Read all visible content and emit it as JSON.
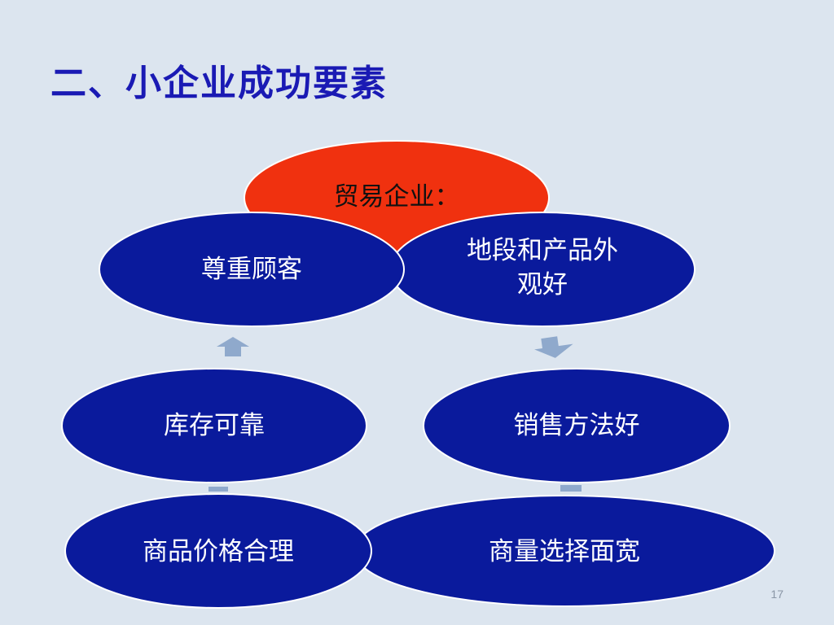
{
  "slide": {
    "title": "二、小企业成功要素",
    "page_number": "17"
  },
  "diagram": {
    "center": {
      "label": "贸易企业："
    },
    "nodes": [
      {
        "id": "respect",
        "lines": [
          "尊重顾客"
        ]
      },
      {
        "id": "location",
        "lines": [
          "地段和产品外",
          "观好"
        ]
      },
      {
        "id": "sales",
        "lines": [
          "销售方法好"
        ]
      },
      {
        "id": "variety",
        "lines": [
          "商量选择面宽"
        ]
      },
      {
        "id": "price",
        "lines": [
          "商品价格合理"
        ]
      },
      {
        "id": "inventory",
        "lines": [
          "库存可靠"
        ]
      }
    ]
  },
  "colors": {
    "background": "#dce5ef",
    "title": "#1a1ab4",
    "node_fill": "#0a1a9c",
    "center_fill": "#f0310f",
    "node_stroke": "#ffffff",
    "arrow": "#8fa9cc"
  }
}
